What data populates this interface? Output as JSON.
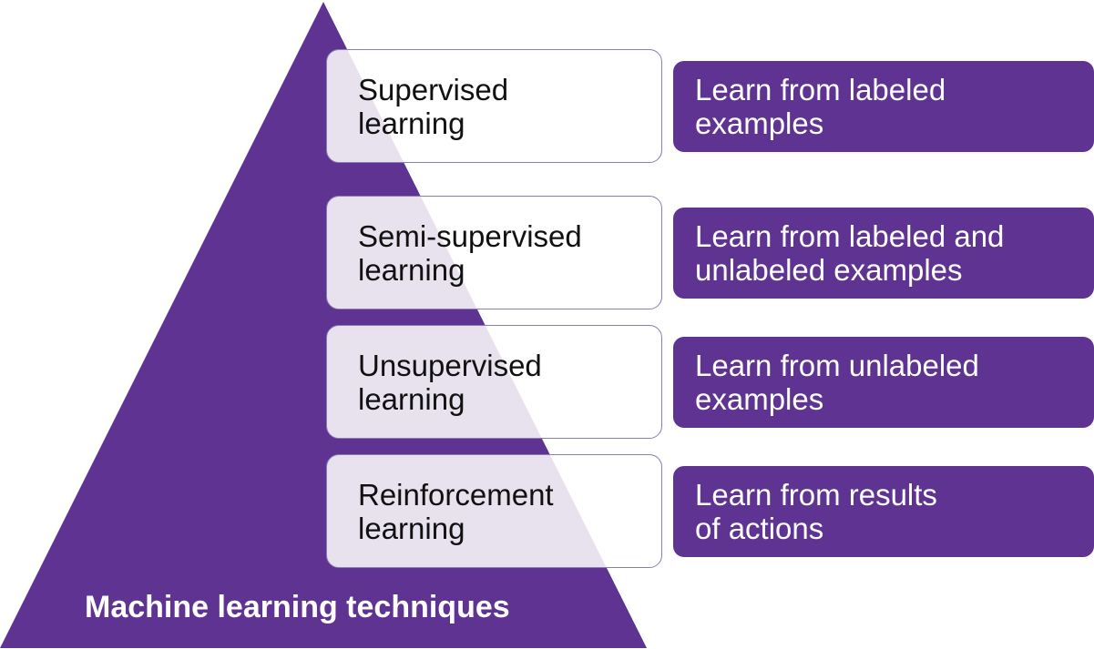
{
  "pyramid": {
    "title": "Machine learning techniques",
    "fill_color": "#5e3391"
  },
  "rows": [
    {
      "technique": "Supervised\nlearning",
      "description": "Learn from labeled\nexamples"
    },
    {
      "technique": "Semi-supervised\nlearning",
      "description": "Learn from labeled and\nunlabeled examples"
    },
    {
      "technique": "Unsupervised\nlearning",
      "description": "Learn from unlabeled\nexamples"
    },
    {
      "technique": "Reinforcement\nlearning",
      "description": "Learn from results\nof actions"
    }
  ],
  "colors": {
    "box_border": "#8a7cb4",
    "description_fill": "#5e3391",
    "description_text": "#ffffff"
  }
}
